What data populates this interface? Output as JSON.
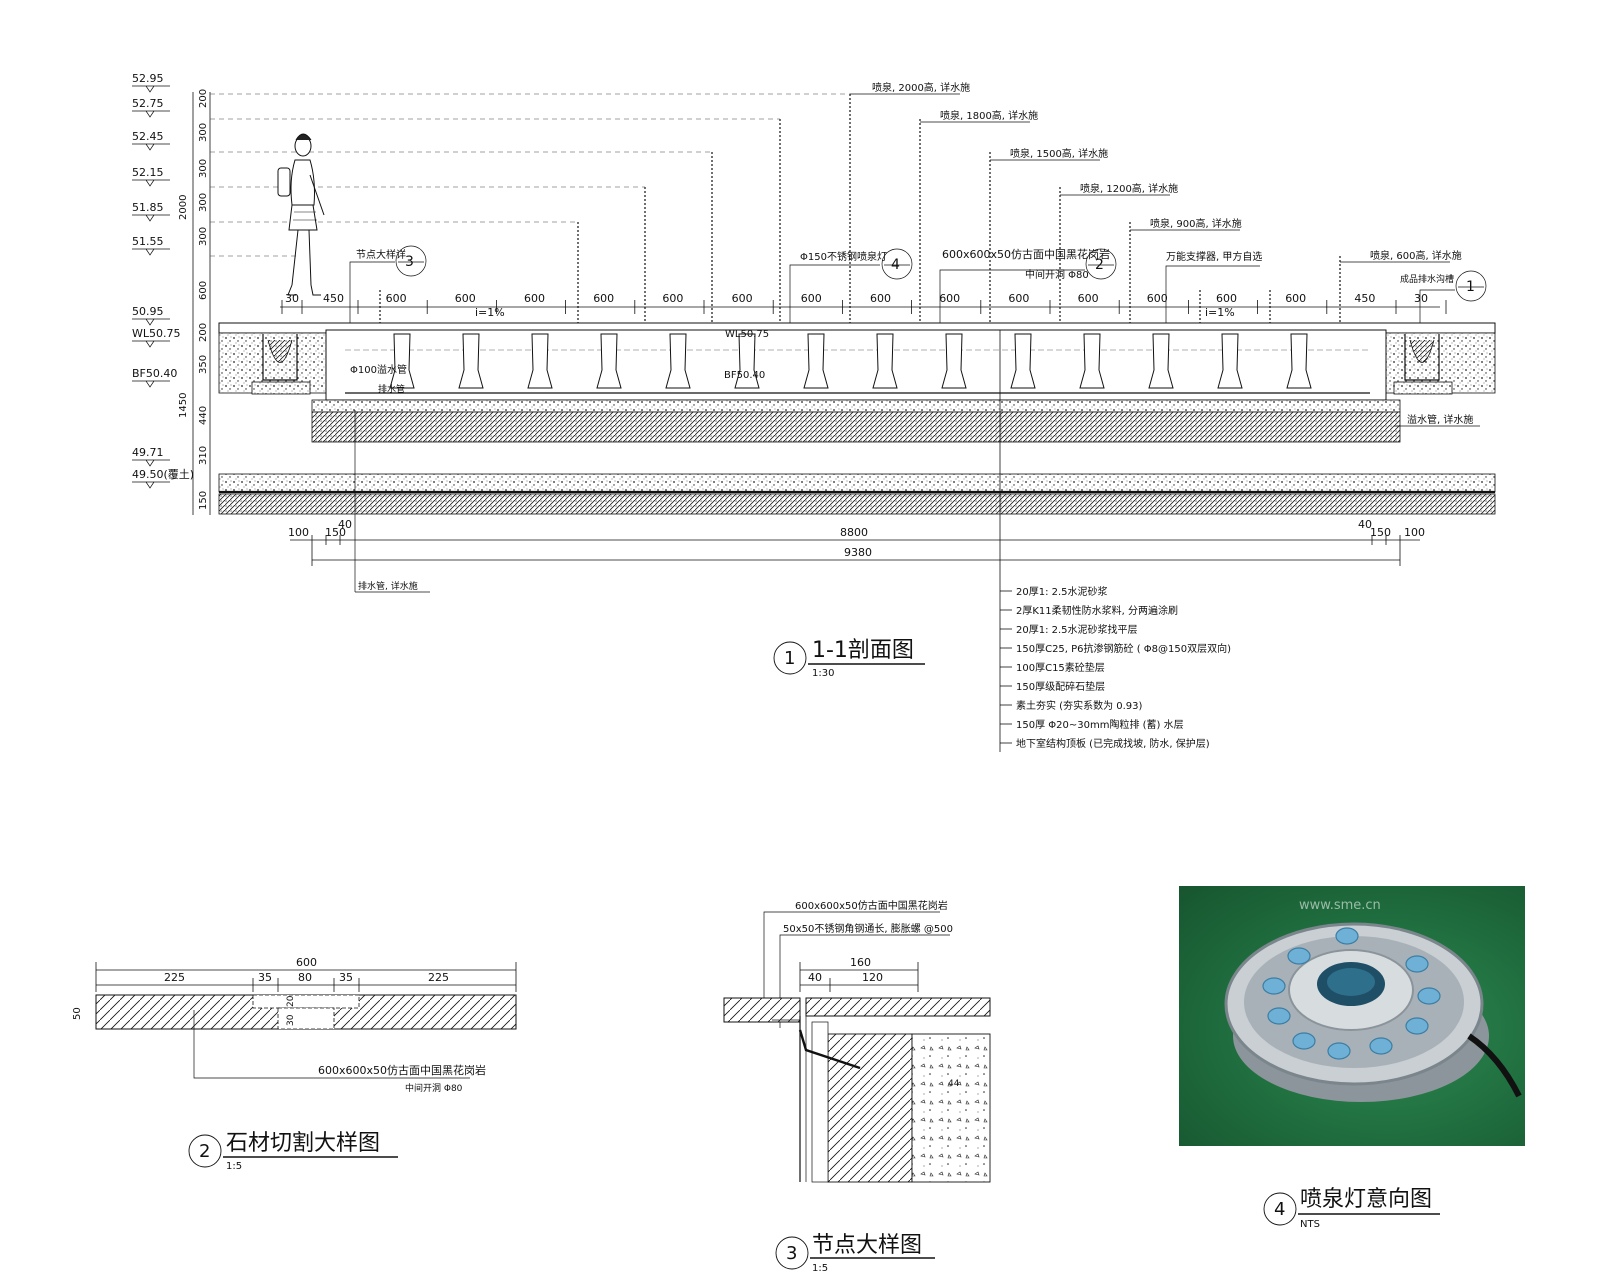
{
  "elevations": [
    "52.95",
    "52.75",
    "52.45",
    "52.15",
    "51.85",
    "51.55",
    "50.95",
    "WL50.75",
    "BF50.40",
    "49.71",
    "49.50(覆土)"
  ],
  "left_dims": [
    "200",
    "300",
    "300",
    "300",
    "300",
    "600",
    "200",
    "350",
    "440",
    "310",
    "150",
    "2000",
    "1450"
  ],
  "pool_inner_dims": [
    "50",
    "150",
    "350"
  ],
  "top_dims": [
    "30",
    "450",
    "600",
    "600",
    "600",
    "600",
    "600",
    "600",
    "600",
    "600",
    "600",
    "600",
    "600",
    "600",
    "600",
    "600",
    "450",
    "30"
  ],
  "slope_labels": [
    "i=1%",
    "i=1%"
  ],
  "water_level_tag": "WL50.75",
  "bottom_level_tag": "BF50.40",
  "drain_pipe_label": "Φ100溢水管",
  "drain_pipe_sub": "排水管",
  "jet_labels": [
    "喷泉, 2000高, 详水施",
    "喷泉, 1800高, 详水施",
    "喷泉, 1500高, 详水施",
    "喷泉, 1200高, 详水施",
    "喷泉, 900高, 详水施",
    "喷泉, 600高, 详水施"
  ],
  "callouts": {
    "node_detail": "节点大样详",
    "light": "Φ150不锈钢喷泉灯",
    "stone": "600x600x50仿古面中国黑花岗岩",
    "stone_sub": "中间开洞 Φ80",
    "support": "万能支撑器, 甲方自选",
    "overflow": "成品排水沟槽",
    "overflow_right": "溢水管, 详水施",
    "drain_left": "排水管, 详水施"
  },
  "bubbles": [
    "3",
    "4",
    "2",
    "1"
  ],
  "bottom_dims": [
    "100",
    "150",
    "40",
    "8800",
    "40",
    "150",
    "100",
    "9380"
  ],
  "layers": [
    "20厚1: 2.5水泥砂浆",
    "2厚K11柔韧性防水浆料, 分两遍涂刷",
    "20厚1: 2.5水泥砂浆找平层",
    "150厚C25, P6抗渗钢筋砼 ( Φ8@150双层双向)",
    "100厚C15素砼垫层",
    "150厚级配碎石垫层",
    "素土夯实 (夯实系数为 0.93)",
    "150厚 Φ20~30mm陶粒排 (蓄) 水层",
    "地下室结构顶板 (已完成找坡, 防水, 保护层)"
  ],
  "titles": [
    {
      "num": "1",
      "text": "1-1剖面图",
      "scale": "1:30"
    },
    {
      "num": "2",
      "text": "石材切割大样图",
      "scale": "1:5"
    },
    {
      "num": "3",
      "text": "节点大样图",
      "scale": "1:5"
    },
    {
      "num": "4",
      "text": "喷泉灯意向图",
      "scale": "NTS"
    }
  ],
  "detail2": {
    "total": "600",
    "segments": [
      "225",
      "35",
      "80",
      "35",
      "225"
    ],
    "thickness": "50",
    "groove": [
      "20",
      "30"
    ],
    "label": "600x600x50仿古面中国黑花岗岩",
    "sub": "中间开洞 Φ80"
  },
  "detail3": {
    "label1": "600x600x50仿古面中国黑花岗岩",
    "label2": "50x50不锈钢角钢通长, 膨胀螺 @500",
    "dims": [
      "160",
      "40",
      "120"
    ],
    "mark": "44"
  },
  "watermark": "www.sme.cn"
}
